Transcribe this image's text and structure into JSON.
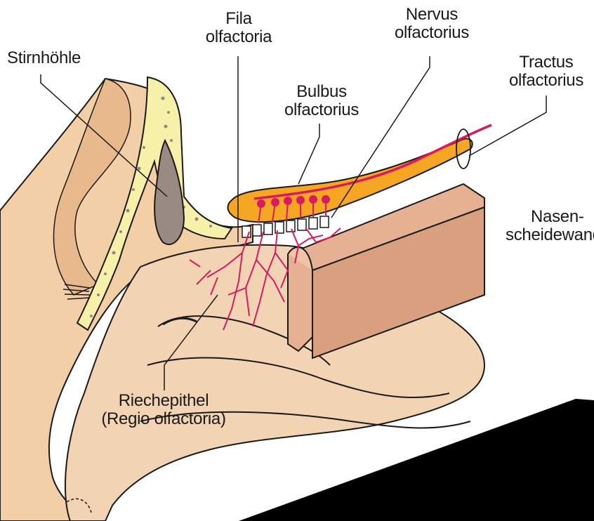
{
  "labels": {
    "stirnhoehle": "Stirnhöhle",
    "fila_1": "Fila",
    "fila_2": "olfactoria",
    "nervus_1": "Nervus",
    "nervus_2": "olfactorius",
    "tractus_1": "Tractus",
    "tractus_2": "olfactorius",
    "bulbus_1": "Bulbus",
    "bulbus_2": "olfactorius",
    "nasen_1": "Nasen-",
    "nasen_2": "scheidewand",
    "riech_1": "Riechepithel",
    "riech_2": "(Regio olfactoria)"
  },
  "colors": {
    "skin": "#f3cfa8",
    "skin_dark": "#e8b98c",
    "mucosa": "#f2d4b4",
    "bone": "#f7f0a8",
    "bulb": "#f5a623",
    "nerve": "#d81b60",
    "septum": "#e6b092",
    "outline": "#1a1a1a"
  }
}
